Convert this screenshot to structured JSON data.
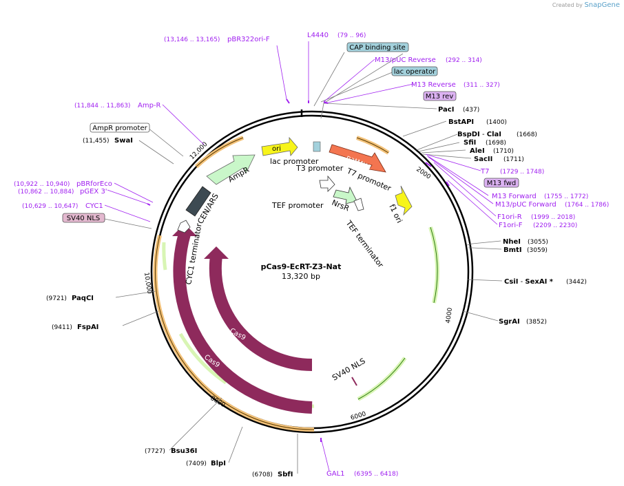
{
  "credit": {
    "prefix": "Created by",
    "brand": "SnapGene"
  },
  "plasmid": {
    "name": "pCas9-EcRT-Z3-Nat",
    "size": "13,320 bp"
  },
  "ticks": [
    "2000",
    "4000",
    "6000",
    "8000",
    "10,000",
    "12,000"
  ],
  "sites_right": [
    {
      "name": "PacI",
      "pos": "(437)"
    },
    {
      "name": "BstAPI",
      "pos": "(1400)"
    },
    {
      "name": "BspDI",
      "sep": " - ",
      "name2": "ClaI",
      "pos": "(1668)"
    },
    {
      "name": "SfiI",
      "pos": "(1698)"
    },
    {
      "name": "AleI",
      "pos": "(1710)"
    },
    {
      "name": "SacII",
      "pos": "(1711)"
    },
    {
      "name": "NheI",
      "pos": "(3055)"
    },
    {
      "name": "BmtI",
      "pos": "(3059)"
    },
    {
      "name": "CsiI",
      "sep": " - ",
      "name2": "SexAI *",
      "pos": "(3442)"
    },
    {
      "name": "SgrAI",
      "pos": "(3852)"
    }
  ],
  "sites_left": [
    {
      "name": "SwaI",
      "pos": "(11,455)"
    },
    {
      "name": "PaqCI",
      "pos": "(9721)"
    },
    {
      "name": "FspAI",
      "pos": "(9411)"
    },
    {
      "name": "Bsu36I",
      "pos": "(7727)"
    },
    {
      "name": "BlpI",
      "pos": "(7409)"
    },
    {
      "name": "SbfI",
      "pos": "(6708)"
    }
  ],
  "primers_right": [
    {
      "name": "M13/pUC Reverse",
      "pos": "(292 .. 314)"
    },
    {
      "name": "M13 Reverse",
      "pos": "(311 .. 327)"
    },
    {
      "name": "T7",
      "pos": "(1729 .. 1748)"
    },
    {
      "name": "M13 Forward",
      "pos": "(1755 .. 1772)"
    },
    {
      "name": "M13/pUC Forward",
      "pos": "(1764 .. 1786)"
    },
    {
      "name": "F1ori-R",
      "pos": "(1999 .. 2018)"
    },
    {
      "name": "F1ori-F",
      "pos": "(2209 .. 2230)"
    }
  ],
  "primers_top": [
    {
      "name": "pBR322ori-F",
      "pos": "(13,146 .. 13,165)"
    },
    {
      "name": "L4440",
      "pos": "(79 .. 96)"
    }
  ],
  "primers_left": [
    {
      "name": "Amp-R",
      "pos": "(11,844 .. 11,863)"
    },
    {
      "name": "pBRforEco",
      "pos": "(10,922 .. 10,940)"
    },
    {
      "name": "pGEX 3'",
      "pos": "(10,862 .. 10,884)"
    },
    {
      "name": "CYC1",
      "pos": "(10,629 .. 10,647)"
    }
  ],
  "primer_bottom": {
    "name": "GAL1",
    "pos": "(6395 .. 6418)"
  },
  "boxed": {
    "cap": "CAP binding site",
    "lac_op": "lac operator",
    "m13rev": "M13 rev",
    "m13fwd": "M13 fwd",
    "sv40": "SV40 NLS",
    "ampr_prom": "AmpR promoter"
  },
  "features": {
    "ori": "ori",
    "lac_promoter": "lac promoter",
    "t3_promoter": "T3 promoter",
    "natmx6": "natMX6",
    "t7_promoter": "T7 promoter",
    "f1_ori": "f1 ori",
    "ampr": "AmpR",
    "cen_ars": "CEN/ARS",
    "tef_promoter": "TEF promoter",
    "nrsr": "NrsR",
    "tef_terminator": "TEF terminator",
    "cyc1_terminator": "CYC1 terminator",
    "cas9_inner": "Cas9",
    "cas9_outer": "Cas9",
    "sv40_nls": "SV40 NLS"
  },
  "colors": {
    "cas9": "#8e2a5c",
    "ori": "#f7f41a",
    "natmx": "#f37550",
    "ampr": "#c9f7c9",
    "cen": "#3d4a52",
    "orange_track": "#f3c27a",
    "green_track": "#d8f5b4",
    "primer": "#a020f0",
    "cap": "#a3d1dc",
    "m13": "#dcb2f2",
    "sv40_box": "#e3b8cf"
  }
}
